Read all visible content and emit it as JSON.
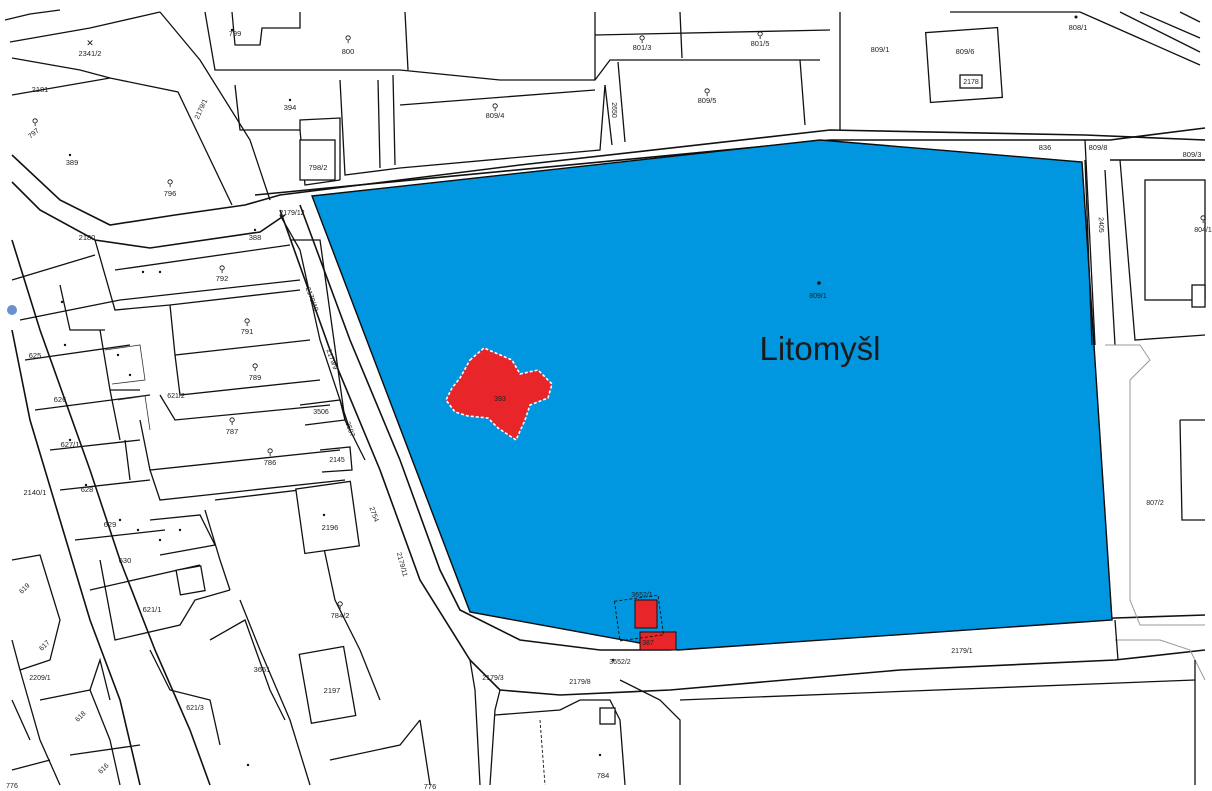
{
  "colors": {
    "highlight_parcel": "#0096e0",
    "building": "#e8262a",
    "line": "#111111",
    "background": "#ffffff"
  },
  "map": {
    "town_label": "Litomyšl",
    "icons": {
      "parcel_symbol": "key-symbol-icon",
      "cross_symbol": "crossed-hammers-icon"
    },
    "parcels": [
      {
        "id": "p799",
        "label": "799"
      },
      {
        "id": "p800",
        "label": "800"
      },
      {
        "id": "p801_3",
        "label": "801/3"
      },
      {
        "id": "p801_5",
        "label": "801/5"
      },
      {
        "id": "p809_1a",
        "label": "809/1"
      },
      {
        "id": "p809_6",
        "label": "809/6"
      },
      {
        "id": "p2178",
        "label": "2178"
      },
      {
        "id": "p808_1",
        "label": "808/1"
      },
      {
        "id": "p2341_2",
        "label": "2341/2"
      },
      {
        "id": "p2181",
        "label": "2181"
      },
      {
        "id": "p797",
        "label": "797"
      },
      {
        "id": "p389",
        "label": "389"
      },
      {
        "id": "p2179_1a",
        "label": "2179/1"
      },
      {
        "id": "p394",
        "label": "394"
      },
      {
        "id": "p809_4",
        "label": "809/4"
      },
      {
        "id": "p809_5",
        "label": "809/5"
      },
      {
        "id": "p2650",
        "label": "2650"
      },
      {
        "id": "p798_2",
        "label": "798/2"
      },
      {
        "id": "p796",
        "label": "796"
      },
      {
        "id": "p836",
        "label": "836"
      },
      {
        "id": "p809_8",
        "label": "809/8"
      },
      {
        "id": "p809_3",
        "label": "809/3"
      },
      {
        "id": "p2179_12",
        "label": "2179/12"
      },
      {
        "id": "p2180",
        "label": "2180"
      },
      {
        "id": "p388",
        "label": "388"
      },
      {
        "id": "p792",
        "label": "792"
      },
      {
        "id": "p791",
        "label": "791"
      },
      {
        "id": "p789",
        "label": "789"
      },
      {
        "id": "p787",
        "label": "787"
      },
      {
        "id": "p786",
        "label": "786"
      },
      {
        "id": "p3506",
        "label": "3506"
      },
      {
        "id": "p2145",
        "label": "2145"
      },
      {
        "id": "p2196",
        "label": "2196"
      },
      {
        "id": "p625",
        "label": "625"
      },
      {
        "id": "p626",
        "label": "626"
      },
      {
        "id": "p621_2",
        "label": "621/2"
      },
      {
        "id": "p627_1",
        "label": "627/1"
      },
      {
        "id": "p628",
        "label": "628"
      },
      {
        "id": "p629",
        "label": "629"
      },
      {
        "id": "p630",
        "label": "630"
      },
      {
        "id": "p2140_1",
        "label": "2140/1"
      },
      {
        "id": "p619",
        "label": "619"
      },
      {
        "id": "p617",
        "label": "617"
      },
      {
        "id": "p621_1",
        "label": "621/1"
      },
      {
        "id": "p3651",
        "label": "3651"
      },
      {
        "id": "p784_2",
        "label": "784/2"
      },
      {
        "id": "p2197",
        "label": "2197"
      },
      {
        "id": "p621_3",
        "label": "621/3"
      },
      {
        "id": "p618",
        "label": "618"
      },
      {
        "id": "p616",
        "label": "616"
      },
      {
        "id": "p2179_11",
        "label": "2179/11"
      },
      {
        "id": "p2179_3",
        "label": "2179/3"
      },
      {
        "id": "p2179_1b",
        "label": "2179/1"
      },
      {
        "id": "p3652_2",
        "label": "3652/2"
      },
      {
        "id": "p3652_1",
        "label": "3652/1"
      },
      {
        "id": "p784",
        "label": "784"
      },
      {
        "id": "p776",
        "label": "776"
      },
      {
        "id": "p807_2",
        "label": "807/2"
      },
      {
        "id": "p804_1",
        "label": "804/1"
      },
      {
        "id": "p2405",
        "label": "2405"
      },
      {
        "id": "p809_1b",
        "label": "809/1"
      },
      {
        "id": "p2209_1",
        "label": "2209/1"
      },
      {
        "id": "p393",
        "label": "393"
      },
      {
        "id": "p387",
        "label": "387"
      },
      {
        "id": "p776b",
        "label": "776"
      },
      {
        "id": "p2179_8",
        "label": "2179/8"
      },
      {
        "id": "p2179_10",
        "label": "2179/10"
      },
      {
        "id": "p2179_9",
        "label": "2179/9"
      },
      {
        "id": "p3507",
        "label": "3507"
      },
      {
        "id": "p2754",
        "label": "2754"
      }
    ]
  }
}
